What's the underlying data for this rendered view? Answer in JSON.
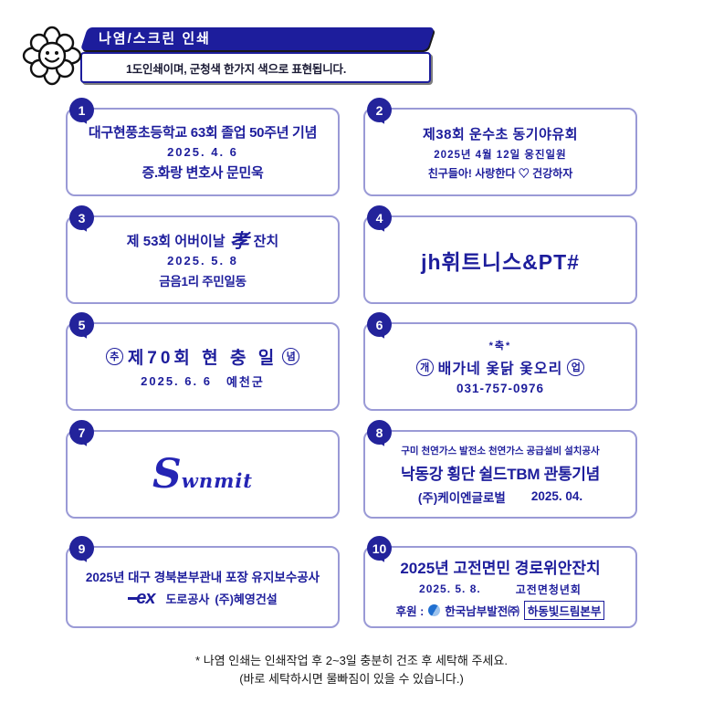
{
  "colors": {
    "navy": "#1d1d9c",
    "badge": "#23239b",
    "boxBorder": "#9a9ad6"
  },
  "header": {
    "title": "나염/스크린 인쇄",
    "subtitle": "1도인쇄이며, 군청색 한가지 색으로 표현됩니다."
  },
  "samples": {
    "s1": {
      "num": "1",
      "line1": "대구현풍초등학교 63회 졸업 50주년 기념",
      "line2": "2025. 4. 6",
      "line3": "증.화랑 변호사 문민욱"
    },
    "s2": {
      "num": "2",
      "line1": "제38회 운수초 동기야유회",
      "line2": "2025년 4월 12일  웅진일원",
      "line3": "친구들아! 사랑한다 ♡ 건강하자"
    },
    "s3": {
      "num": "3",
      "line1a": "제 53회 어버이날",
      "hanja": "孝",
      "line1b": "잔치",
      "line2": "2025. 5. 8",
      "line3": "금음1리 주민일동"
    },
    "s4": {
      "num": "4",
      "line1": "jh휘트니스&PT#"
    },
    "s5": {
      "num": "5",
      "circle1": "추",
      "line1": "제70회 현 충 일",
      "circle2": "념",
      "line2": "2025. 6. 6",
      "line2b": "예천군"
    },
    "s6": {
      "num": "6",
      "top": "*축*",
      "circle1": "개",
      "line1": "배가네 옻닭 옻오리",
      "circle2": "업",
      "phone": "031-757-0976"
    },
    "s7": {
      "num": "7",
      "initial": "S",
      "rest": "wnmit"
    },
    "s8": {
      "num": "8",
      "line1": "구미 천연가스 발전소 천연가스 공급설비 설치공사",
      "line2": "낙동강 횡단 쉴드TBM 관통기념",
      "line3a": "(주)케이엔글로벌",
      "line3b": "2025. 04."
    },
    "s9": {
      "num": "9",
      "line1": "2025년 대구 경북본부관내 포장 유지보수공사",
      "logo": "ex",
      "line2a": "도로공사",
      "line2b": "(주)혜영건설"
    },
    "s10": {
      "num": "10",
      "line1": "2025년 고전면민 경로위안잔치",
      "line2a": "2025. 5. 8.",
      "line2b": "고전면청년회",
      "line3a": "후원 :",
      "sponsor": "한국남부발전㈜",
      "sponsor2": "하동빛드림본부"
    }
  },
  "footer": {
    "line1": "* 나염 인쇄는 인쇄작업 후 2~3일 충분히 건조 후 세탁해 주세요.",
    "line2": "(바로 세탁하시면 물빠짐이 있을 수 있습니다.)"
  }
}
